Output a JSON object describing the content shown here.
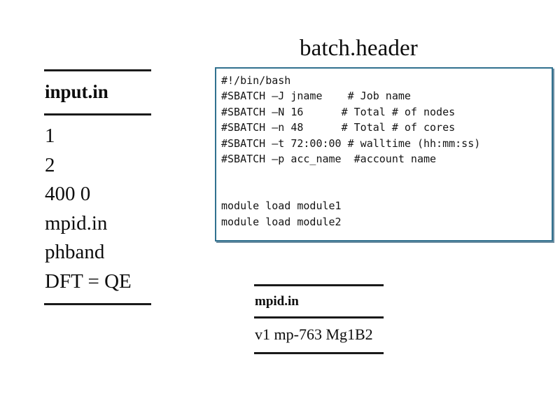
{
  "slide": {
    "title": "batch.header",
    "background_color": "#ffffff",
    "text_color": "#0d0d0d"
  },
  "input_file_card": {
    "name": "input.in",
    "lines": [
      "1",
      "2",
      "400 0",
      "mpid.in",
      "phband",
      "DFT = QE"
    ],
    "rule_color": "#1a1a1a"
  },
  "batch_header_box": {
    "border_color": "#31718f",
    "shadow_color": "#6f8fa3",
    "background_color": "#ffffff",
    "code": "#!/bin/bash\n#SBATCH –J jname    # Job name\n#SBATCH –N 16      # Total # of nodes\n#SBATCH –n 48      # Total # of cores\n#SBATCH –t 72:00:00 # walltime (hh:mm:ss)\n#SBATCH –p acc_name  #account name\n\n\nmodule load module1\nmodule load module2",
    "code_lines": [
      "#!/bin/bash",
      "#SBATCH –J jname    # Job name",
      "#SBATCH –N 16      # Total # of nodes",
      "#SBATCH –n 48      # Total # of cores",
      "#SBATCH –t 72:00:00 # walltime (hh:mm:ss)",
      "#SBATCH –p acc_name  #account name",
      "",
      "",
      "module load module1",
      "module load module2"
    ]
  },
  "mpid_file_card": {
    "name": "mpid.in",
    "lines": [
      "v1 mp-763 Mg1B2"
    ],
    "rule_color": "#1a1a1a"
  }
}
